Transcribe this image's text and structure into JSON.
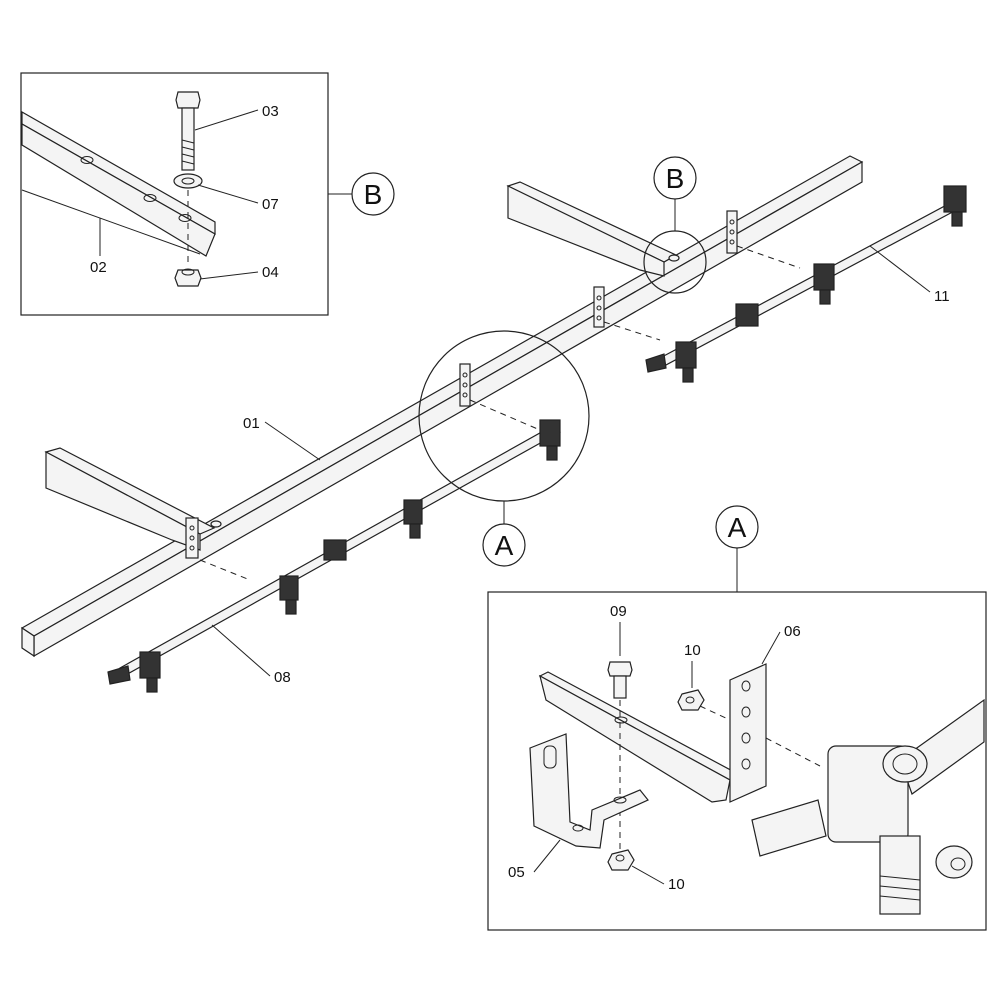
{
  "labels": {
    "p01": "01",
    "p02": "02",
    "p03": "03",
    "p04": "04",
    "p05": "05",
    "p06": "06",
    "p07": "07",
    "p08": "08",
    "p09": "09",
    "p10a": "10",
    "p10b": "10",
    "p11": "11"
  },
  "callouts": {
    "A_main": "A",
    "A_detail": "A",
    "B_main": "B",
    "B_detail": "B"
  }
}
